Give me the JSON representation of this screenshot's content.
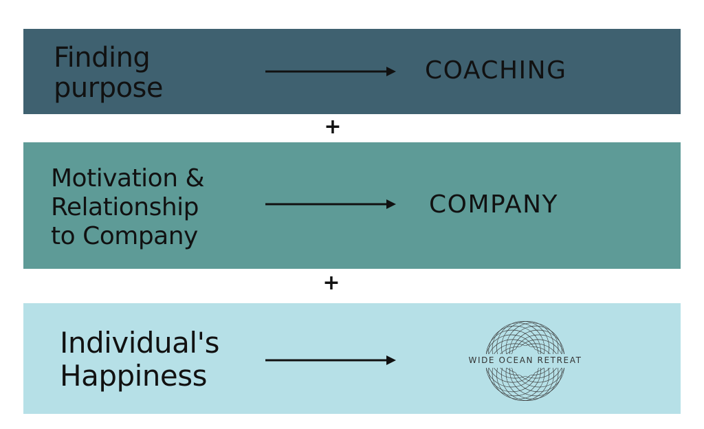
{
  "colors": {
    "band1": "#3f6170",
    "band2": "#5e9b97",
    "band3": "#b6e0e7",
    "text": "#111111",
    "arrow": "#111111"
  },
  "rows": [
    {
      "left_label": "Finding\npurpose",
      "right_label": "COACHING"
    },
    {
      "left_label": "Motivation &\nRelationship\nto Company",
      "right_label": "COMPANY"
    },
    {
      "left_label": "Individual's\nHappiness",
      "right_label_logo_text": "WIDE OCEAN RETREAT",
      "right_icon": "mandala-logo-icon"
    }
  ],
  "operators": [
    "+",
    "+"
  ]
}
